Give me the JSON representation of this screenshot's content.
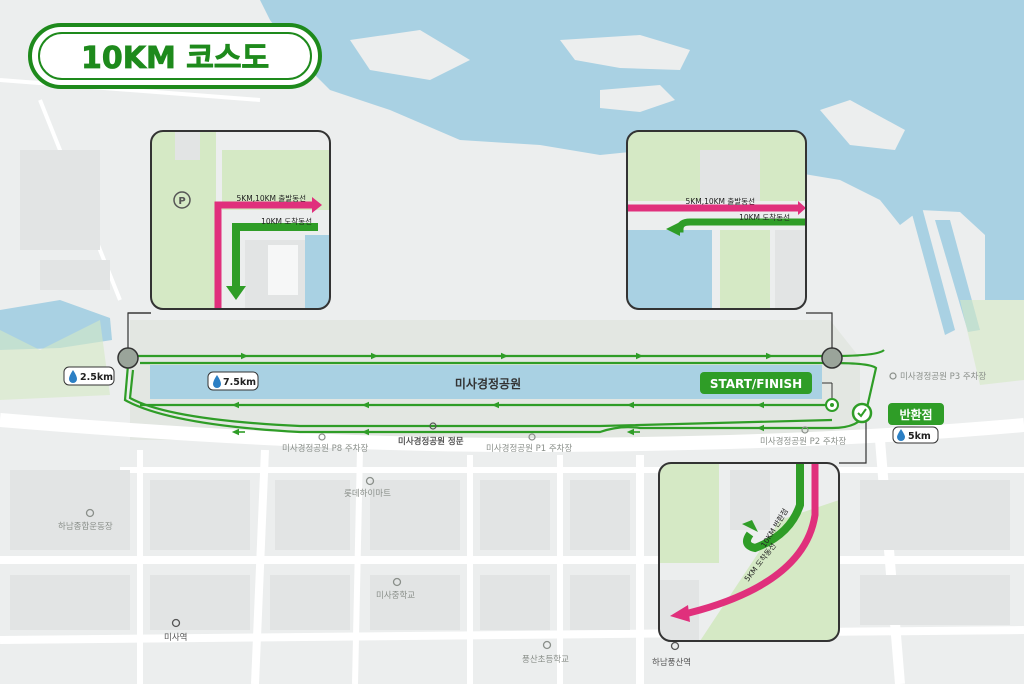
{
  "title": "10KM 코스도",
  "colors": {
    "course_green": "#2f9d27",
    "title_green": "#1e8a1c",
    "pink": "#e0307c",
    "water": "#a9d1e3",
    "park": "#d5e9c5",
    "land": "#eceeee"
  },
  "main_map": {
    "park_name": "미사경정공원",
    "start_finish": "START/FINISH",
    "turnaround": "반환점",
    "water_station_icon": "water-drop-icon",
    "water_stations": [
      "2.5km",
      "7.5km",
      "5km"
    ],
    "places": [
      "미사경정공원 P3 주차장",
      "미사경정공원 P8 주차장",
      "미사경정공원 정문",
      "미사경정공원 P1 주차장",
      "미사경정공원 P2 주차장",
      "롯데하이마트",
      "하남종합운동장",
      "미사중학교",
      "미사역",
      "풍산초등학교",
      "하남풍산역"
    ]
  },
  "insets": {
    "top_left": {
      "label_start": "5KM,10KM 출발동선",
      "label_finish": "10KM 도착동선",
      "parking_icon": "parking-icon"
    },
    "top_right": {
      "label_start": "5KM,10KM 출발동선",
      "label_finish": "10KM 도착동선"
    },
    "bottom_right": {
      "label_turn": "10KM 반환점",
      "label_finish5": "5KM 도착동선"
    }
  }
}
